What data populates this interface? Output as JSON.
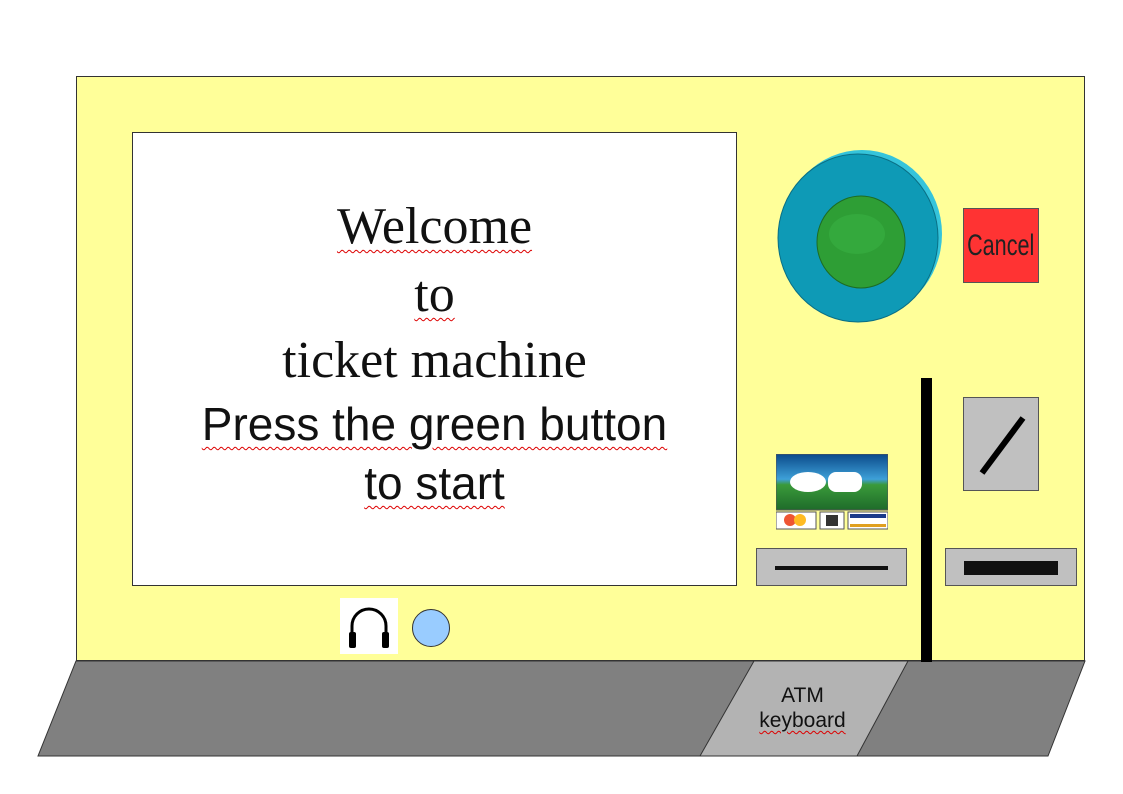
{
  "screen": {
    "line1": "Welcome",
    "line2": "to",
    "line3": "ticket machine",
    "line4": "Press the green button",
    "line5": "to start"
  },
  "buttons": {
    "cancel_label": "Cancel",
    "start_button_color": "#2ca02c"
  },
  "keyboard": {
    "line1": "ATM",
    "line2": "keyboard"
  },
  "colors": {
    "machine_body": "#ffff99",
    "counter": "#808080",
    "keyboard_panel": "#b3b3b3",
    "cancel": "#ff3333",
    "start_ring": "#0e9ab6",
    "audio_button": "#99ccff"
  },
  "icons": [
    "headphones-icon",
    "card-payment-logo",
    "coin-slot-icon"
  ]
}
